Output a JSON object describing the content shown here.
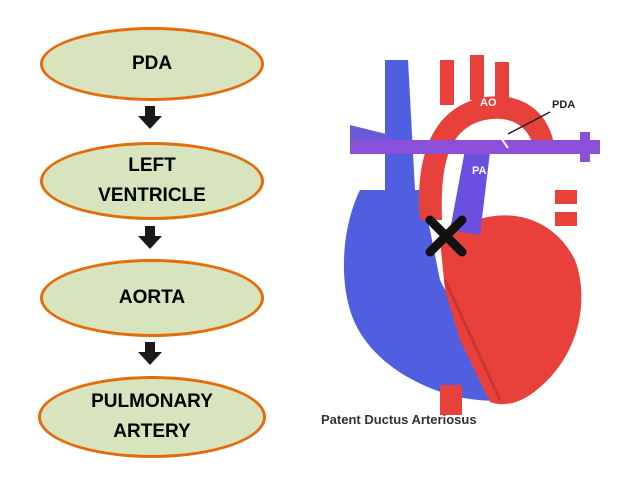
{
  "flow": {
    "nodes": [
      {
        "label": "PDA"
      },
      {
        "label": "LEFT\nVENTRICLE"
      },
      {
        "label": "AORTA"
      },
      {
        "label": "PULMONARY\nARTERY"
      }
    ]
  },
  "illustration": {
    "labels": {
      "ao": "AO",
      "pa": "PA",
      "pda": "PDA"
    },
    "caption": "Patent Ductus Arteriosus",
    "colors": {
      "red": "#e8413c",
      "blue": "#4f5fe0",
      "purple": "#8c4fd8"
    }
  },
  "colors": {
    "node_fill": "#d7e4bd",
    "node_border": "#e46c0a",
    "arrow": "#1a1a1a"
  }
}
